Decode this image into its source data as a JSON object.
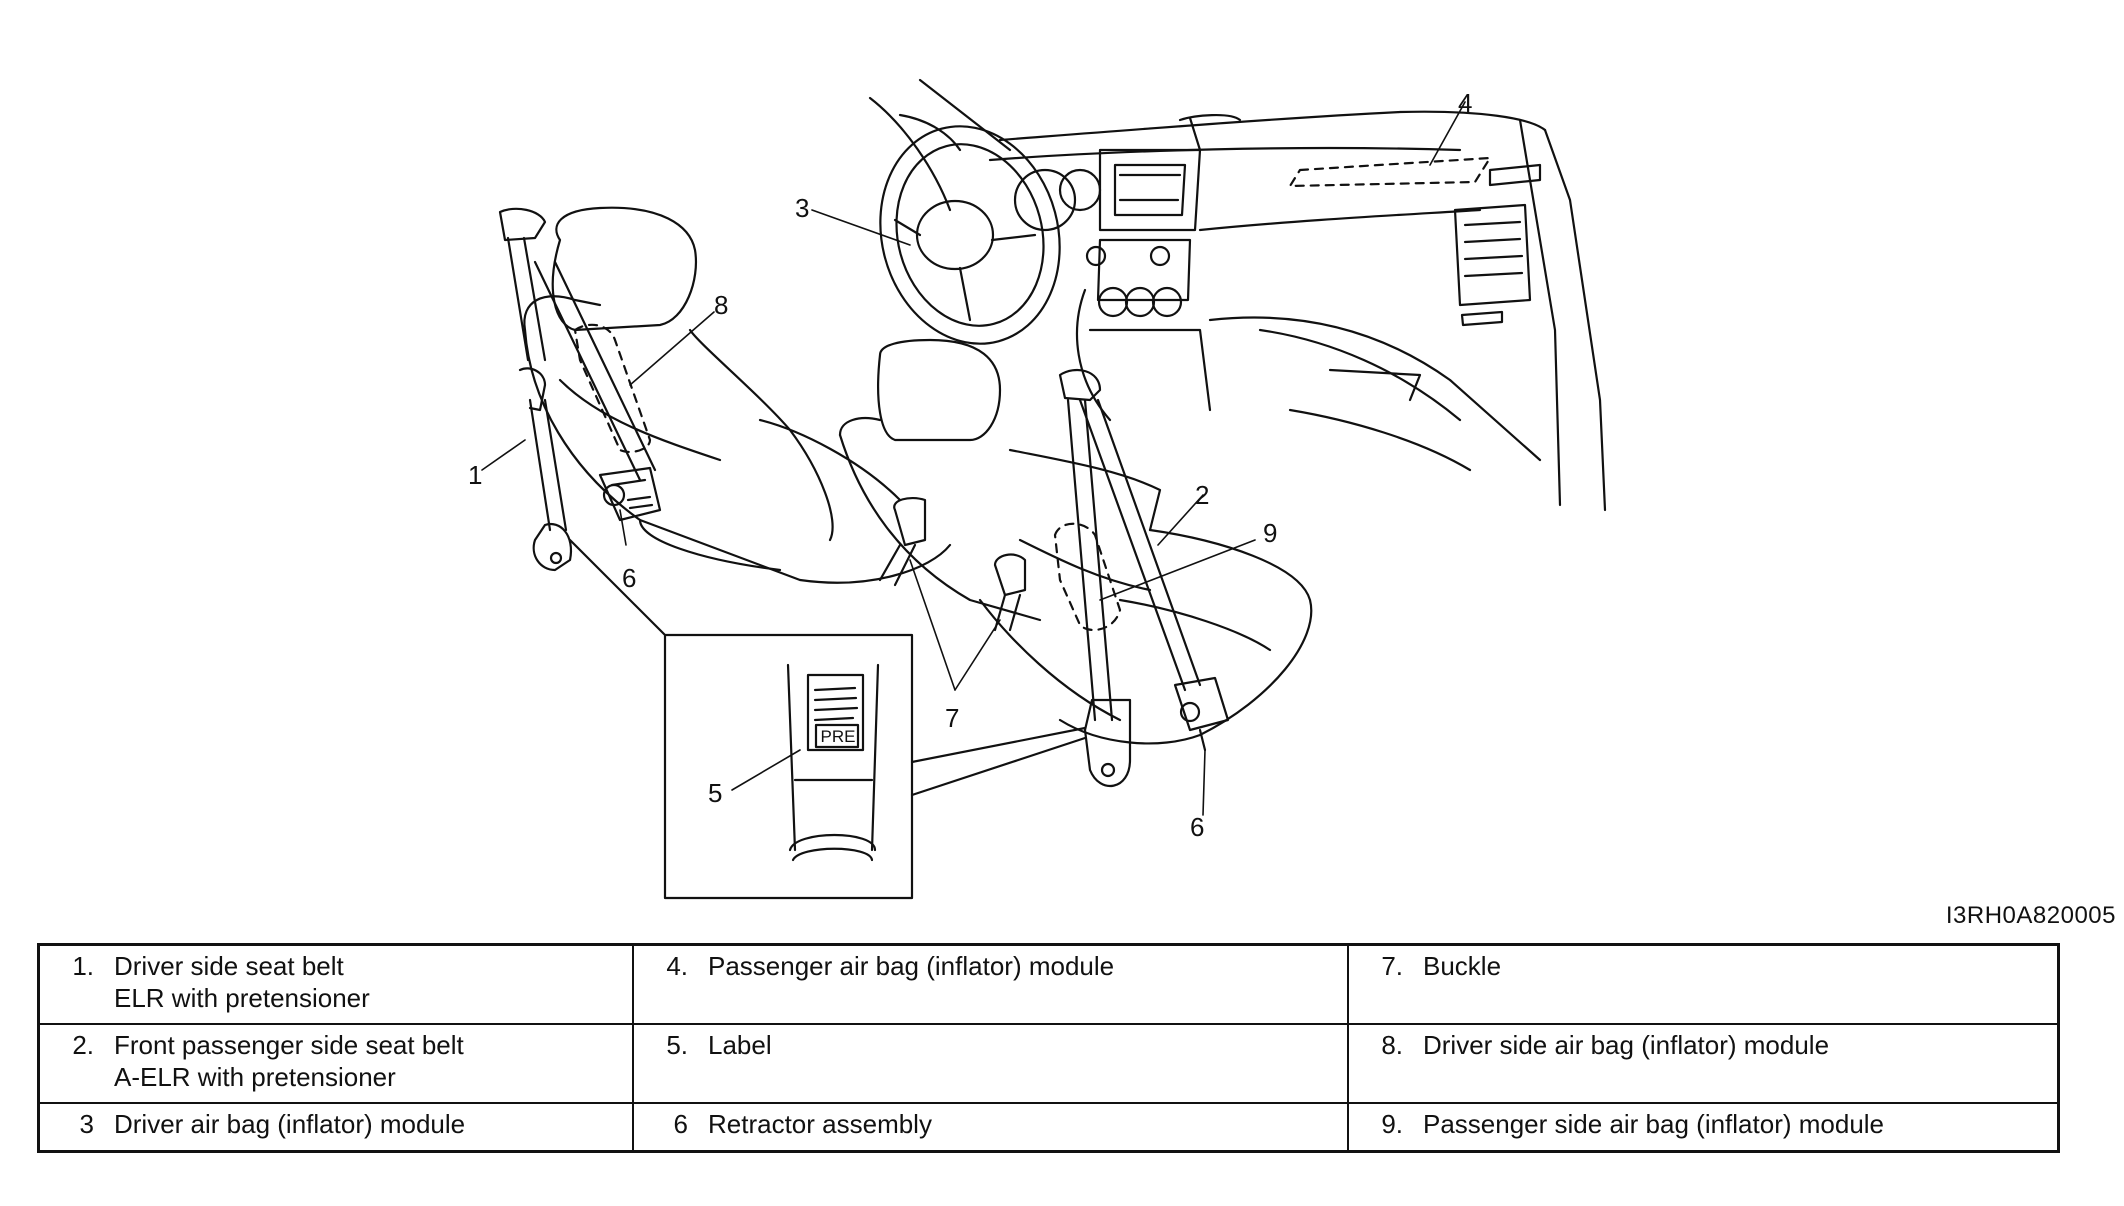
{
  "drawing_code": "I3RH0A820005",
  "inset_label_text": "PRE",
  "callouts": [
    "1",
    "2",
    "3",
    "4",
    "5",
    "6",
    "6",
    "7",
    "8",
    "9"
  ],
  "legend": [
    {
      "num": "1.",
      "text": "Driver side seat belt\nELR with pretensioner"
    },
    {
      "num": "4.",
      "text": "Passenger air bag (inflator) module"
    },
    {
      "num": "7.",
      "text": "Buckle"
    },
    {
      "num": "2.",
      "text": "Front passenger side seat belt\nA-ELR with pretensioner"
    },
    {
      "num": "5.",
      "text": "Label"
    },
    {
      "num": "8.",
      "text": "Driver side air bag (inflator) module"
    },
    {
      "num": "3",
      "text": "Driver air bag (inflator) module"
    },
    {
      "num": "6",
      "text": "Retractor assembly"
    },
    {
      "num": "9.",
      "text": "Passenger side air bag (inflator) module"
    }
  ]
}
